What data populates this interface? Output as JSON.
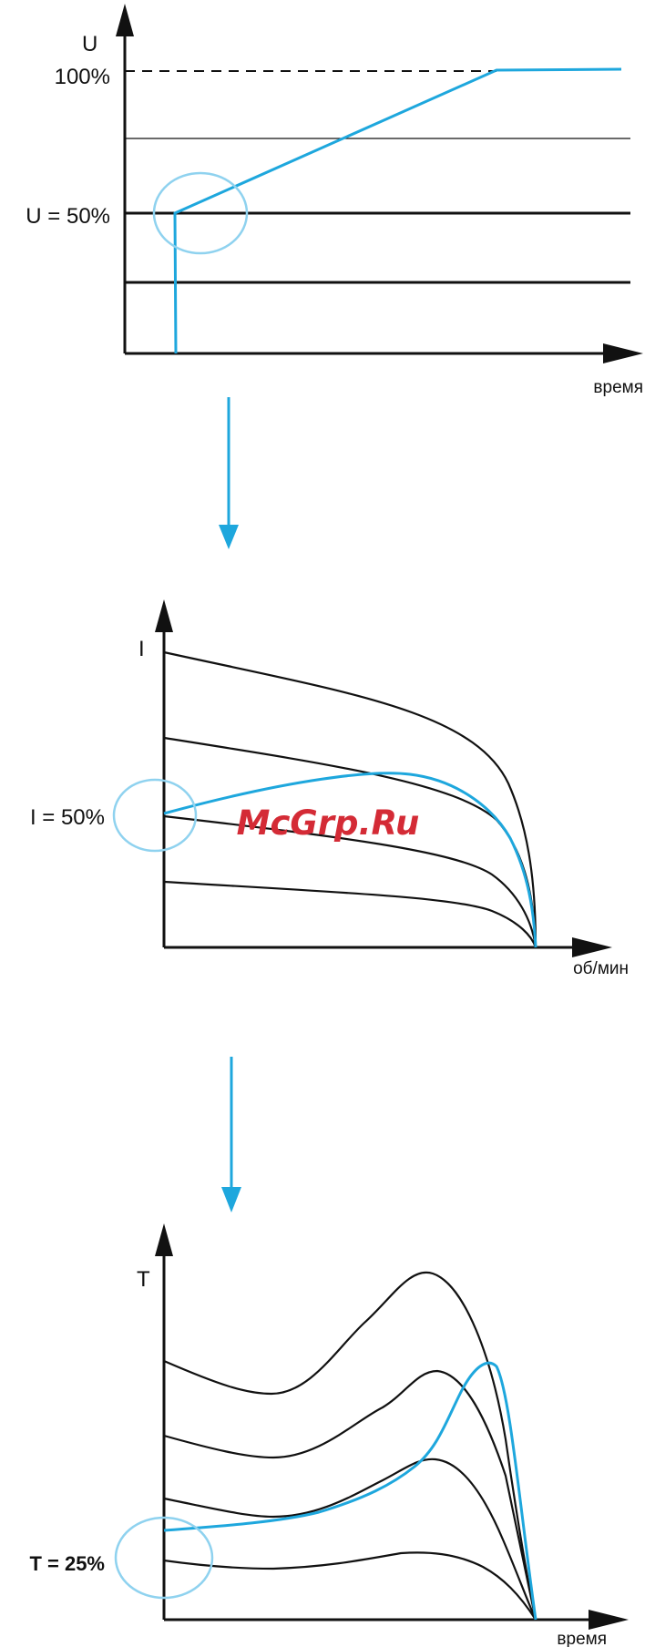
{
  "watermark": "McGrp.Ru",
  "colors": {
    "accent": "#1ea7dd",
    "highlight": "#8fd2ef",
    "line": "#111111",
    "watermark": "#d42b36"
  },
  "chart_data": [
    {
      "type": "line",
      "ylabel": "U",
      "xlabel": "время",
      "tick_labels": {
        "top": "100%",
        "marker": "U = 50%"
      },
      "levels": [
        100,
        80,
        50,
        30
      ],
      "series": [
        {
          "x": [
            0.1,
            0.1,
            0.72,
            1.0
          ],
          "y": [
            0,
            50,
            100,
            100
          ]
        }
      ]
    },
    {
      "type": "line",
      "ylabel": "I",
      "xlabel": "об/мин",
      "tick_labels": {
        "marker": "I = 50%"
      },
      "curve_levels": [
        100,
        75,
        50,
        23
      ],
      "series": [
        {
          "x": [
            0,
            0.22,
            0.45,
            0.6,
            0.75,
            0.9,
            1.0
          ],
          "y": [
            50,
            57,
            62,
            63.5,
            60,
            40,
            0
          ]
        }
      ]
    },
    {
      "type": "line",
      "ylabel": "T",
      "xlabel": "время",
      "tick_labels": {
        "marker": "T = 25%"
      },
      "curve_levels": [
        90,
        65,
        42,
        22
      ],
      "series": [
        {
          "x": [
            0,
            0.3,
            0.6,
            0.72,
            0.83,
            0.9,
            1.0
          ],
          "y": [
            25,
            30,
            48,
            70,
            100,
            80,
            0
          ]
        }
      ]
    }
  ]
}
